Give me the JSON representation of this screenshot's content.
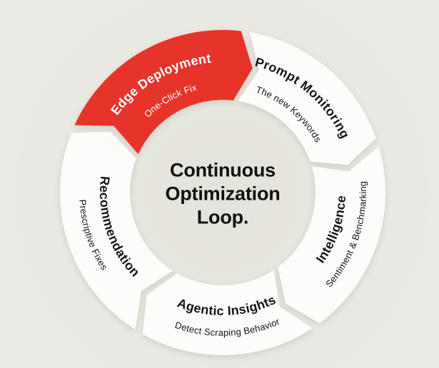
{
  "diagram": {
    "title": "Continuous Optimization Loop",
    "center": {
      "lines": [
        "Continuous",
        "Optimization",
        "Loop."
      ]
    },
    "segments": [
      {
        "id": "edge-deployment",
        "label": "Edge Deployment",
        "sublabel": "One-Click Fix",
        "fill": "#e6342b",
        "text_color": "#ffffff",
        "highlighted": true
      },
      {
        "id": "prompt-monitoring",
        "label": "Prompt Monitoring",
        "sublabel": "The new Keywords",
        "fill": "#fdfcfa",
        "text_color": "#141414",
        "highlighted": false
      },
      {
        "id": "intelligence",
        "label": "Intelligence",
        "sublabel": "Sentiment & Benchmarking",
        "fill": "#fdfcfa",
        "text_color": "#141414",
        "highlighted": false
      },
      {
        "id": "agentic-insights",
        "label": "Agentic Insights",
        "sublabel": "Detect Scraping Behavior",
        "fill": "#fdfcfa",
        "text_color": "#141414",
        "highlighted": false
      },
      {
        "id": "recommendation",
        "label": "Recommendation",
        "sublabel": "Prescriptive Fixes",
        "fill": "#fdfcfa",
        "text_color": "#141414",
        "highlighted": false
      }
    ],
    "colors": {
      "background": "#e8e7e0",
      "accent_red": "#e6342b",
      "segment_white": "#fdfcfa",
      "ink": "#141414"
    }
  }
}
